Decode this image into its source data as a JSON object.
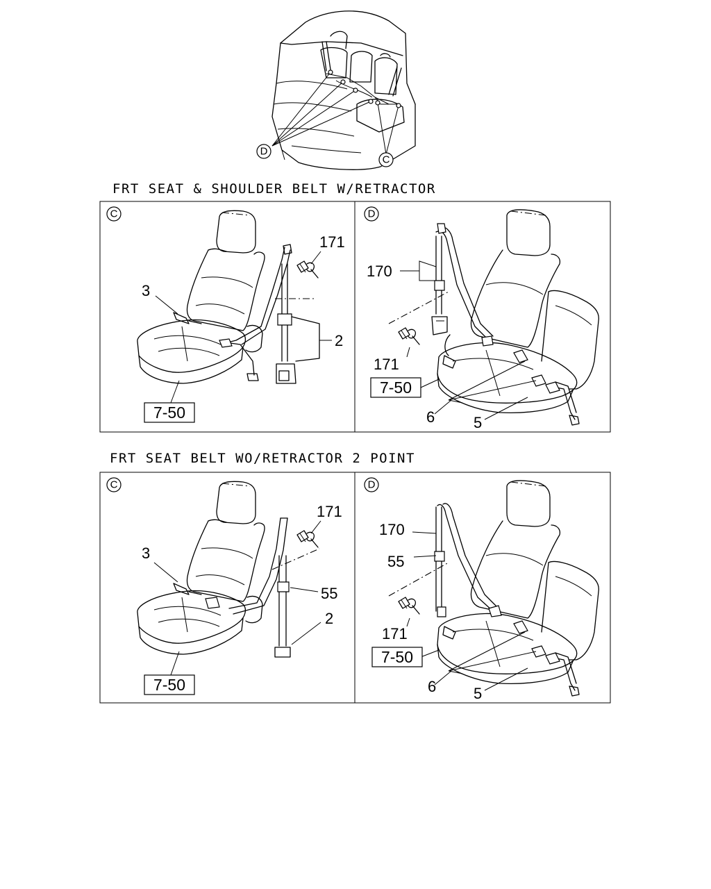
{
  "overview": {
    "callout_d": "D",
    "callout_c": "C"
  },
  "sections": [
    {
      "heading": "FRT SEAT & SHOULDER BELT W/RETRACTOR",
      "left_panel": {
        "view_label": "C",
        "parts": [
          "171",
          "3",
          "2"
        ],
        "ref_box": "7-50"
      },
      "right_panel": {
        "view_label": "D",
        "parts": [
          "170",
          "171",
          "6",
          "5"
        ],
        "ref_box": "7-50"
      }
    },
    {
      "heading": "FRT SEAT BELT WO/RETRACTOR 2 POINT",
      "left_panel": {
        "view_label": "C",
        "parts": [
          "171",
          "3",
          "55",
          "2"
        ],
        "ref_box": "7-50"
      },
      "right_panel": {
        "view_label": "D",
        "parts": [
          "170",
          "55",
          "171",
          "6",
          "5"
        ],
        "ref_box": "7-50"
      }
    }
  ]
}
